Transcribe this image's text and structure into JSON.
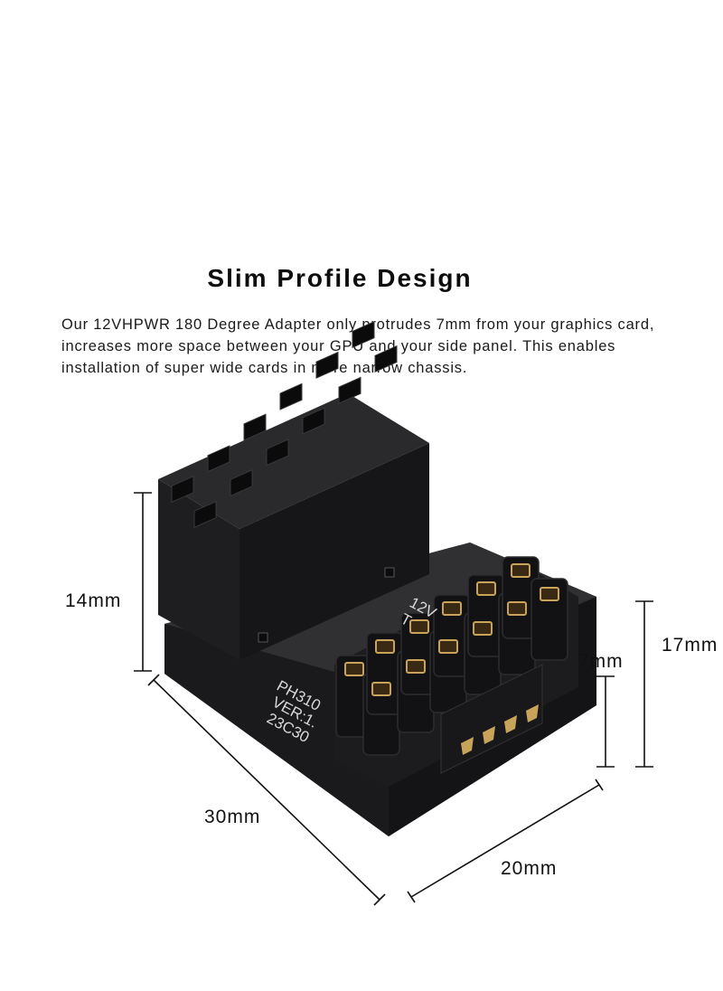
{
  "heading": "Slim Profile Design",
  "description": {
    "line1": "Our 12VHPWR 180 Degree Adapter only protrudes 7mm from your graphics card,",
    "line2": "increases more space between your GPU and your side panel. This enables",
    "line3": "installation of super wide cards in more narrow chassis."
  },
  "dimensions": {
    "height_left": "14mm",
    "height_step": "7mm",
    "height_right": "17mm",
    "length": "30mm",
    "width": "20mm"
  },
  "product_markings": {
    "line1": "PH310",
    "line2": "VER:1.",
    "line3": "23C30",
    "top1": "12V",
    "top2": "T"
  },
  "colors": {
    "body": "#1d1d1f",
    "body_light": "#2c2c2e",
    "pin": "#c9a35a",
    "line": "#111111"
  }
}
